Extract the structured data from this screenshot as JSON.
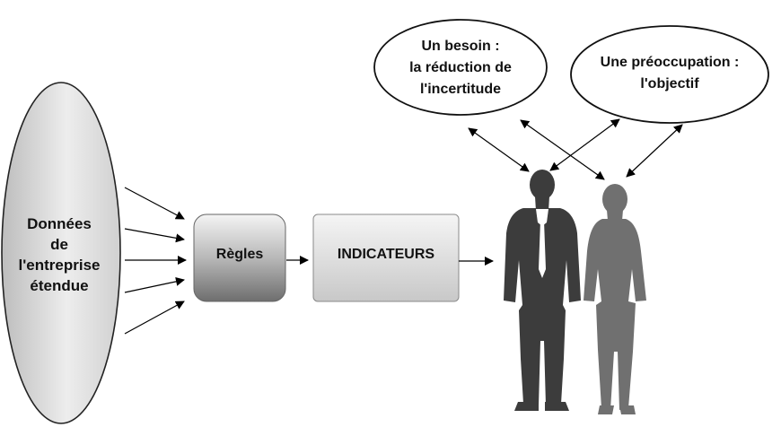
{
  "source": {
    "lines": [
      "Données",
      "de",
      "l'entreprise",
      "étendue"
    ]
  },
  "rules": {
    "label": "Règles"
  },
  "indicators": {
    "label": "INDICATEURS"
  },
  "need_bubble": {
    "lines": [
      "Un besoin :",
      "la réduction de",
      "l'incertitude"
    ]
  },
  "concern_bubble": {
    "lines": [
      "Une préoccupation :",
      "l'objectif"
    ]
  },
  "colors": {
    "man": "#3c3c3c",
    "woman": "#707070",
    "arrow": "#000000",
    "ellipse_fill_light": "#f2f2f2",
    "ellipse_fill_dark": "#bdbdbd"
  }
}
